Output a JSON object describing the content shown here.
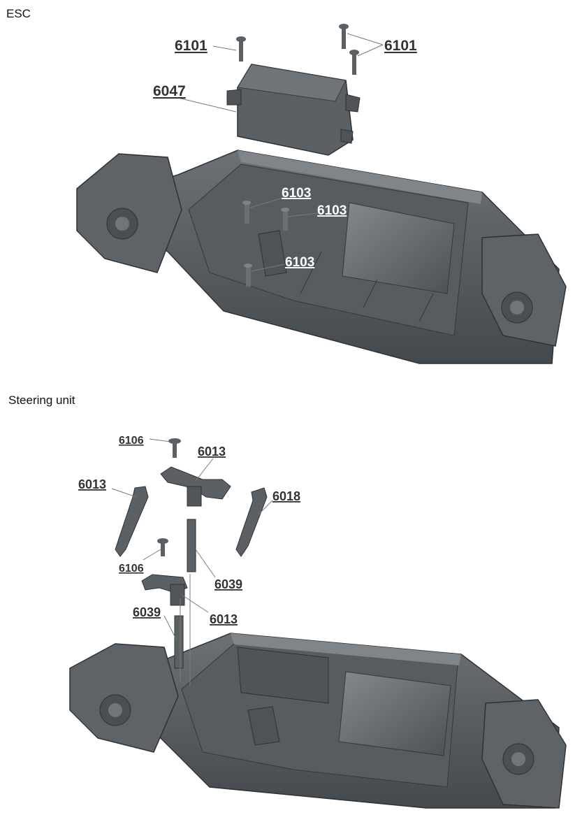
{
  "sections": {
    "esc": {
      "title": "ESC",
      "labels": {
        "screw_left": "6101",
        "screw_right": "6101",
        "esc_box": "6047",
        "post_a": "6103",
        "post_b": "6103",
        "post_c": "6103"
      }
    },
    "steering": {
      "title": "Steering unit",
      "labels": {
        "screw_top": "6106",
        "arm_top": "6013",
        "link_left": "6013",
        "link_right": "6018",
        "screw_mid": "6106",
        "shaft_right": "6039",
        "arm_lower": "6013",
        "shaft_left": "6039"
      }
    }
  },
  "colors": {
    "part": "#5a5f64",
    "part_dark": "#3f4449",
    "part_light": "#7c8187",
    "leader": "#7a7a7a"
  }
}
